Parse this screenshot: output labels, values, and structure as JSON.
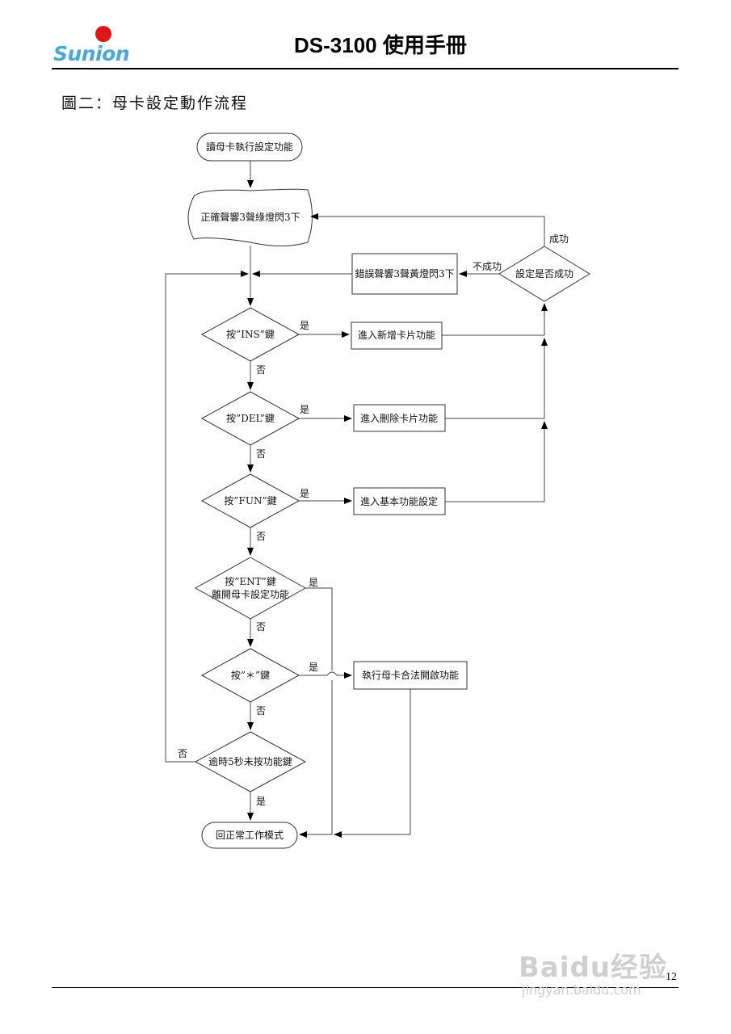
{
  "header": {
    "logo_text": "Sunion",
    "title": "DS-3100 使用手冊"
  },
  "figure_caption": "圖二：母卡設定動作流程",
  "flow": {
    "start": "讀母卡執行設定功能",
    "ok_beep": "正確聲響3聲綠燈閃3下",
    "error_beep": "錯誤聲響3聲黃燈閃3下",
    "check_success": "設定是否成功",
    "ins_key": "按”INS”鍵",
    "enter_add": "進入新增卡片功能",
    "del_key": "按”DEL”鍵",
    "enter_delete": "進入刪除卡片功能",
    "fun_key": "按”FUN”鍵",
    "enter_basic": "進入基本功能設定",
    "ent_key_line1": "按”ENT”鍵",
    "ent_key_line2": "離開母卡設定功能",
    "star_key": "按”＊”鍵",
    "enable_legal": "執行母卡合法開啟功能",
    "timeout": "逾時5秒未按功能鍵",
    "return_normal": "回正常工作模式",
    "label_yes": "是",
    "label_no": "否",
    "label_success": "成功",
    "label_fail": "不成功"
  },
  "footer": {
    "page_number": "12",
    "watermark_main": "Baidu经验",
    "watermark_sub": "jingyan.baidu.com"
  }
}
